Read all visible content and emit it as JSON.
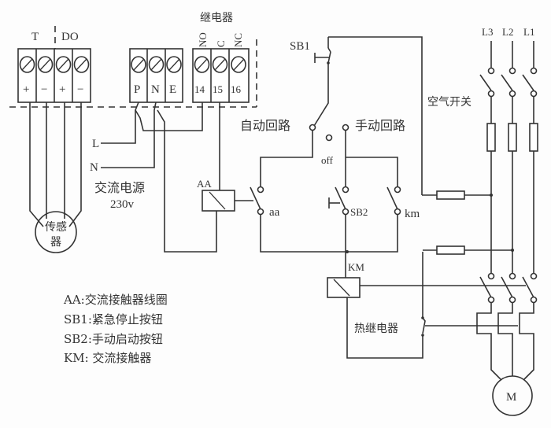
{
  "diagram": {
    "title": "Sensor-controlled contactor wiring diagram",
    "terminal_block_1": {
      "group_labels": [
        "T",
        "DO"
      ],
      "terminals": [
        "+",
        "−",
        "+",
        "−"
      ]
    },
    "terminal_block_2": {
      "terminals": [
        "P",
        "N",
        "E"
      ]
    },
    "relay_block": {
      "title": "继电器",
      "contact_labels": [
        "NO",
        "C",
        "NC"
      ],
      "terminals": [
        "14",
        "15",
        "16"
      ]
    },
    "sensor_label_line1": "传感",
    "sensor_label_line2": "器",
    "power": {
      "l_label": "L",
      "n_label": "N",
      "name": "交流电源",
      "voltage": "230v"
    },
    "components": {
      "aa_coil": "AA",
      "aa_contact": "aa",
      "sb1": "SB1",
      "sb2": "SB2",
      "km_contact": "km",
      "km_coil": "KM",
      "auto_circuit": "自动回路",
      "manual_circuit": "手动回路",
      "off": "off",
      "air_switch": "空气开关",
      "thermal_relay": "热继电器",
      "motor": "M",
      "phases": [
        "L3",
        "L2",
        "L1"
      ]
    },
    "legend": [
      "AA:交流接触器线圈",
      "SB1:紧急停止按钮",
      "SB2:手动启动按钮",
      "KM:  交流接触器"
    ]
  }
}
